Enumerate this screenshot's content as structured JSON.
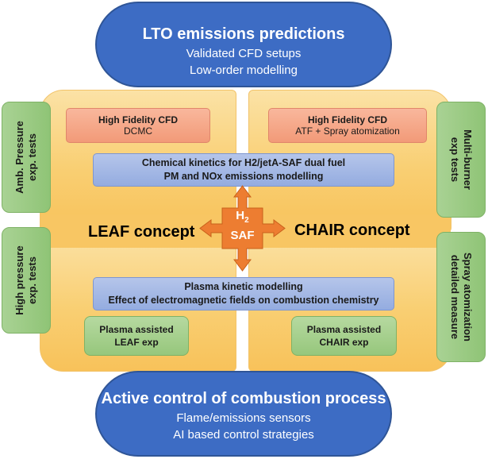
{
  "top": {
    "title": "LTO emissions predictions",
    "line1": "Validated CFD setups",
    "line2": "Low-order modelling"
  },
  "bottom": {
    "title": "Active control of combustion process",
    "line1": "Flame/emissions sensors",
    "line2": "AI based control strategies"
  },
  "left_cfd": {
    "title": "High Fidelity CFD",
    "sub": "DCMC"
  },
  "right_cfd": {
    "title": "High Fidelity CFD",
    "sub": "ATF + Spray atomization"
  },
  "kinetics": {
    "line1": "Chemical kinetics for H2/jetA-SAF dual fuel",
    "line2": "PM and NOx emissions modelling"
  },
  "plasma": {
    "line1": "Plasma kinetic modelling",
    "line2": "Effect of electromagnetic fields on combustion chemistry"
  },
  "center": {
    "h": "H",
    "sub": "2",
    "saf": "SAF"
  },
  "leaf_concept": "LEAF concept",
  "chair_concept": "CHAIR concept",
  "leaf_exp": {
    "line1": "Plasma assisted",
    "line2": "LEAF exp"
  },
  "chair_exp": {
    "line1": "Plasma assisted",
    "line2": "CHAIR exp"
  },
  "left_side": {
    "top": {
      "line1": "Amb. Pressure",
      "line2": "exp. tests"
    },
    "bottom": {
      "line1": "High pressure",
      "line2": "exp. tests"
    }
  },
  "right_side": {
    "top": {
      "line1": "Multi-burner",
      "line2": "exp tests"
    },
    "bottom": {
      "line1": "Spray atomization",
      "line2": "detailed measure"
    }
  },
  "colors": {
    "pill": "#3d6cc4",
    "quadrant": "#f9cf73",
    "salmon": "#f29a78",
    "blue_box": "#94ace0",
    "green_box": "#96c77c",
    "arrow": "#ed7d31"
  }
}
